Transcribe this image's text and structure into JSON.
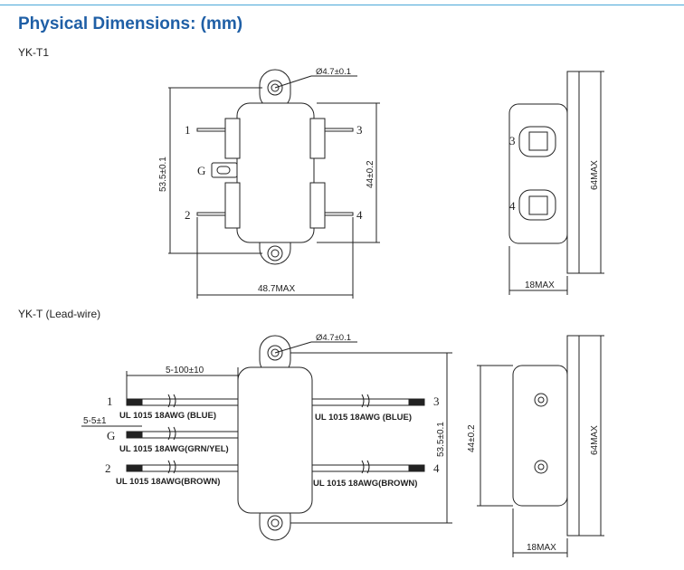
{
  "page": {
    "title": "Physical Dimensions: (mm)",
    "accent_color": "#1f5fa6",
    "rule_color": "#4aa8d8"
  },
  "yk_t1": {
    "model": "YK-T1",
    "hole_dim": "Ø4.7±0.1",
    "height_dim": "53.5±0.1",
    "inner_height_dim": "44±0.2",
    "width_dim": "48.7MAX",
    "pins": {
      "p1": "1",
      "p2": "2",
      "p3": "3",
      "p4": "4",
      "g": "G"
    },
    "side": {
      "height_dim": "64MAX",
      "depth_dim": "18MAX",
      "label3": "3",
      "label4": "4"
    }
  },
  "yk_t": {
    "model": "YK-T (Lead-wire)",
    "hole_dim": "Ø4.7±0.1",
    "lead_length_dim": "5-100±10",
    "strip_dim": "5-5±1",
    "height_dim": "53.5±0.1",
    "pins": {
      "p1": "1",
      "p2": "2",
      "p3": "3",
      "p4": "4",
      "g": "G"
    },
    "wires": {
      "w1": "UL 1015 18AWG (BLUE)",
      "wg": "UL 1015 18AWG(GRN/YEL)",
      "w2": "UL 1015 18AWG(BROWN)",
      "w3": "UL 1015 18AWG (BLUE)",
      "w4": "UL 1015 18AWG(BROWN)"
    },
    "side": {
      "inner_height_dim": "44±0.2",
      "height_dim": "64MAX",
      "depth_dim": "18MAX"
    }
  }
}
